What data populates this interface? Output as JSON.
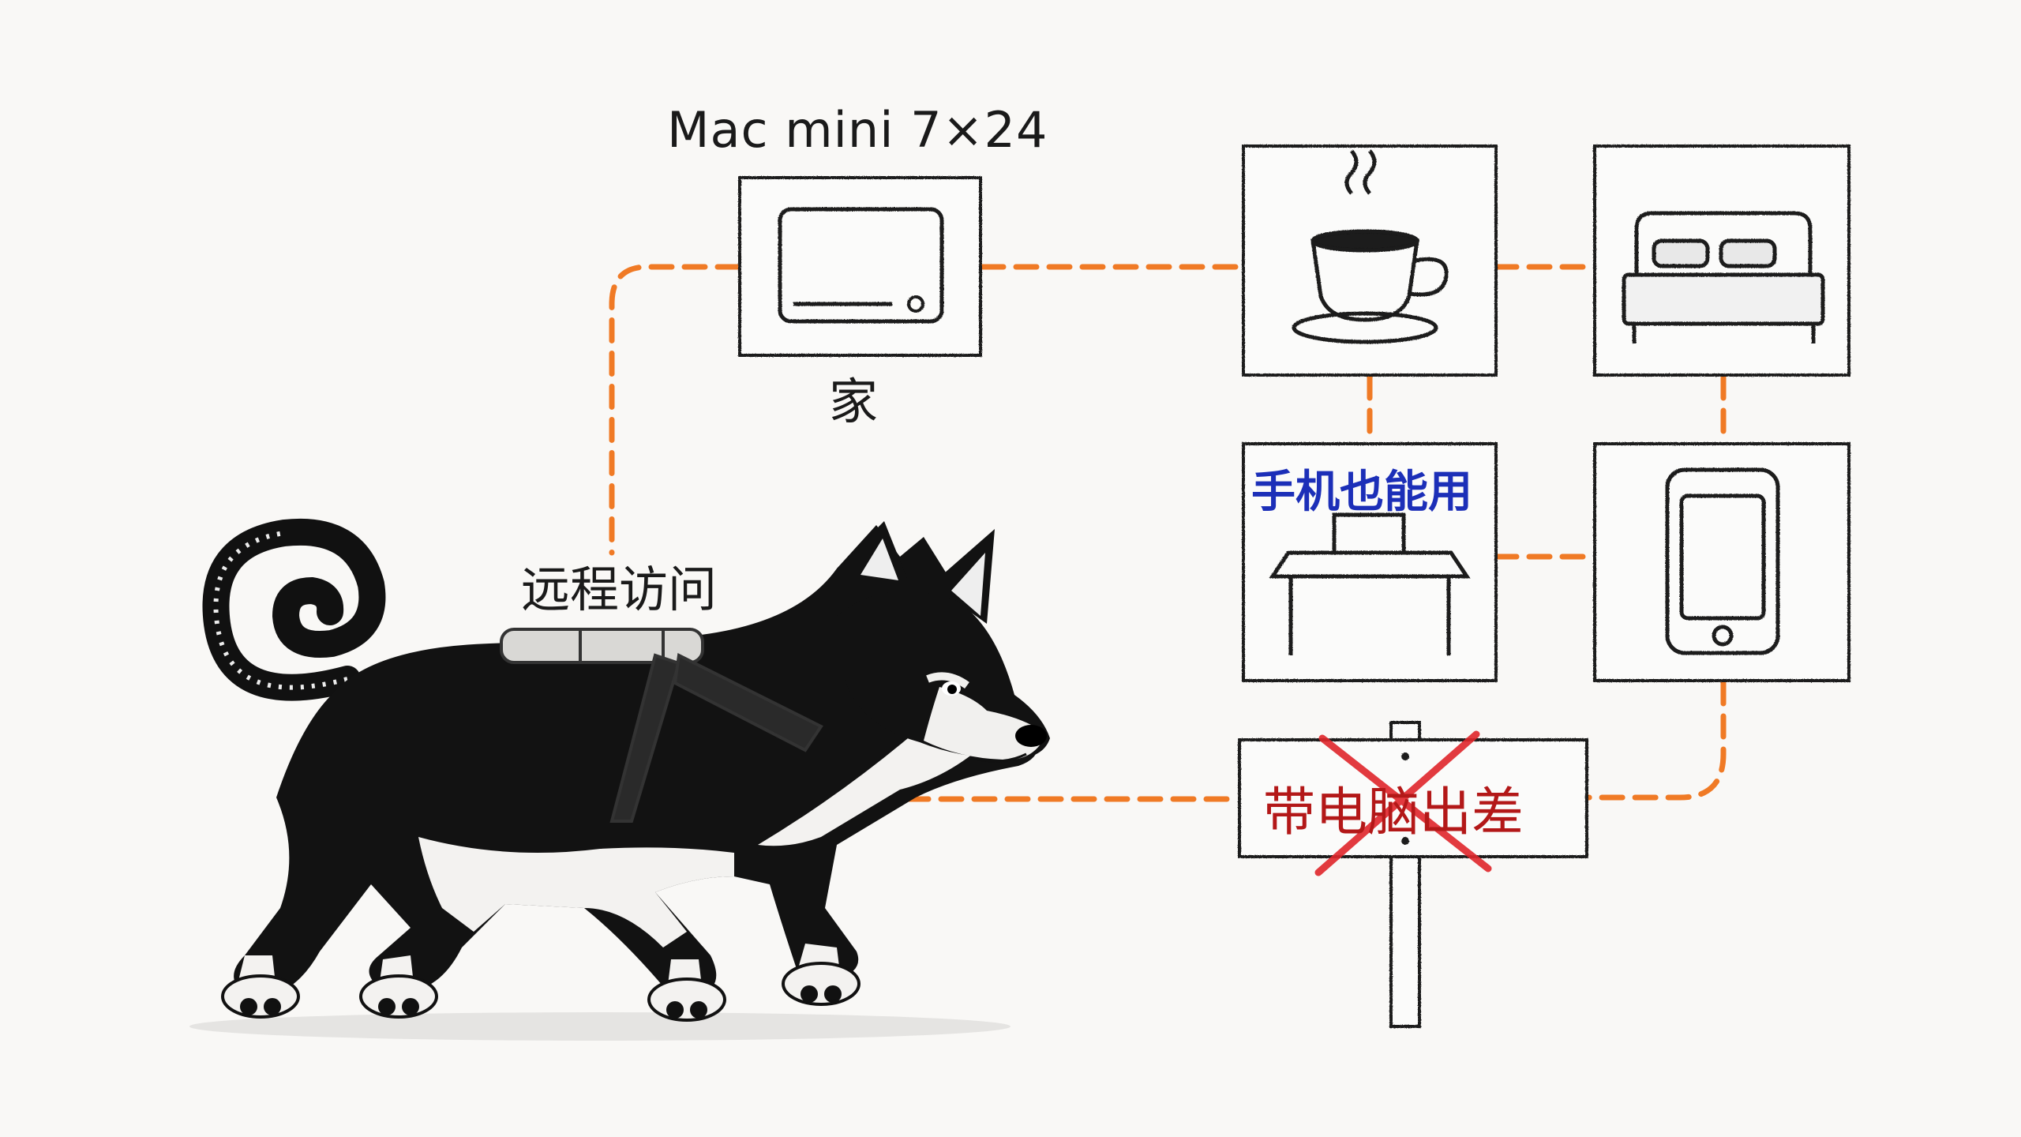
{
  "colors": {
    "connector": "#f07a25",
    "ink": "#1a1a1a",
    "phone_label": "#1c2fb8",
    "sign_label": "#b31818",
    "cross": "#e0262b"
  },
  "labels": {
    "mac_title": "Mac mini 7×24",
    "home": "家",
    "remote": "远程访问",
    "phone_usable": "手机也能用",
    "sign": "带电脑出差"
  },
  "icons": [
    "monitor-icon",
    "coffee-cup-icon",
    "bed-icon",
    "desk-laptop-icon",
    "smartphone-icon",
    "cross-out-mark",
    "signpost",
    "dog-illustration"
  ]
}
